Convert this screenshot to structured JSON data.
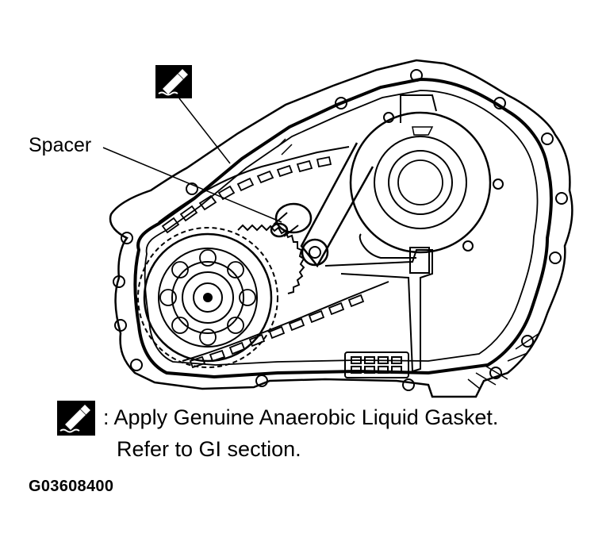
{
  "callouts": {
    "spacer": "Spacer"
  },
  "legend": {
    "separator": ":",
    "line1": "Apply Genuine Anaerobic Liquid Gasket.",
    "line2": "Refer to GI section.",
    "icon": "liquid-gasket-icon"
  },
  "figure_id": "G03608400"
}
